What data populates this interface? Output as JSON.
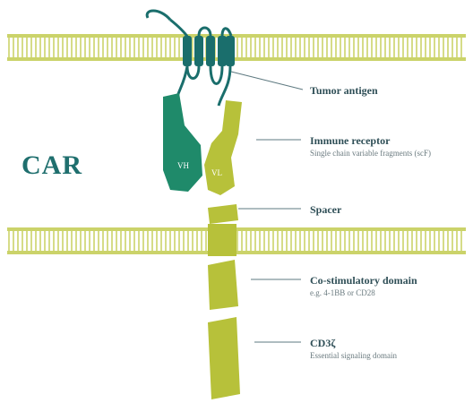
{
  "title": "CAR",
  "callouts": [
    {
      "title": "Tumor antigen",
      "subtitle": ""
    },
    {
      "title": "Immune receptor",
      "subtitle": "Single chain variable fragments (scF)"
    },
    {
      "title": "Spacer",
      "subtitle": ""
    },
    {
      "title": "Co-stimulatory domain",
      "subtitle": "e.g. 4-1BB or CD28"
    },
    {
      "title": "CD3ζ",
      "subtitle": "Essential signaling domain"
    }
  ],
  "domain_labels": {
    "heavy": "VH",
    "light": "VL"
  },
  "colors": {
    "membrane": "#cbd36a",
    "antigen": "#1a6e6c",
    "dark_domain": "#1f8a6a",
    "light_domain": "#b7c13a",
    "text": "#2f4f57"
  }
}
